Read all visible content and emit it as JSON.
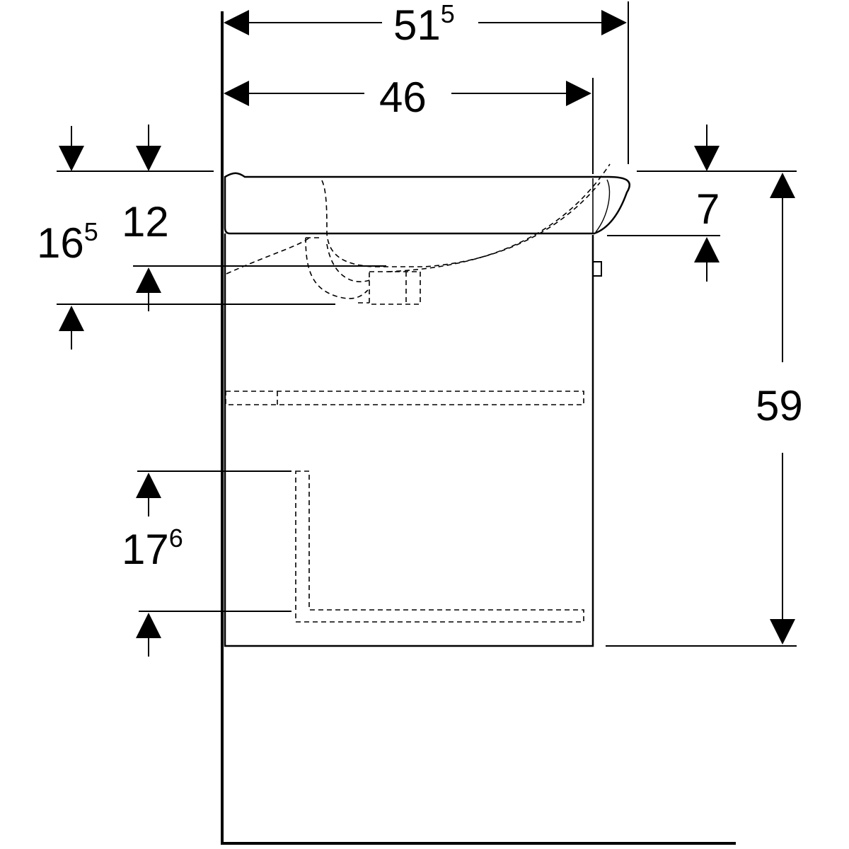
{
  "drawing": {
    "line_color": "#000000",
    "background_color": "#ffffff"
  },
  "dimensions": {
    "overall_depth": {
      "main": "51",
      "sup": "5"
    },
    "basin_depth": {
      "main": "46",
      "sup": ""
    },
    "basin_rim_height": {
      "main": "7",
      "sup": ""
    },
    "cabinet_height": {
      "main": "59",
      "sup": ""
    },
    "waste_height_outer": {
      "main": "16",
      "sup": "5"
    },
    "waste_height_inner": {
      "main": "12",
      "sup": ""
    },
    "drawer_height": {
      "main": "17",
      "sup": "6"
    }
  }
}
